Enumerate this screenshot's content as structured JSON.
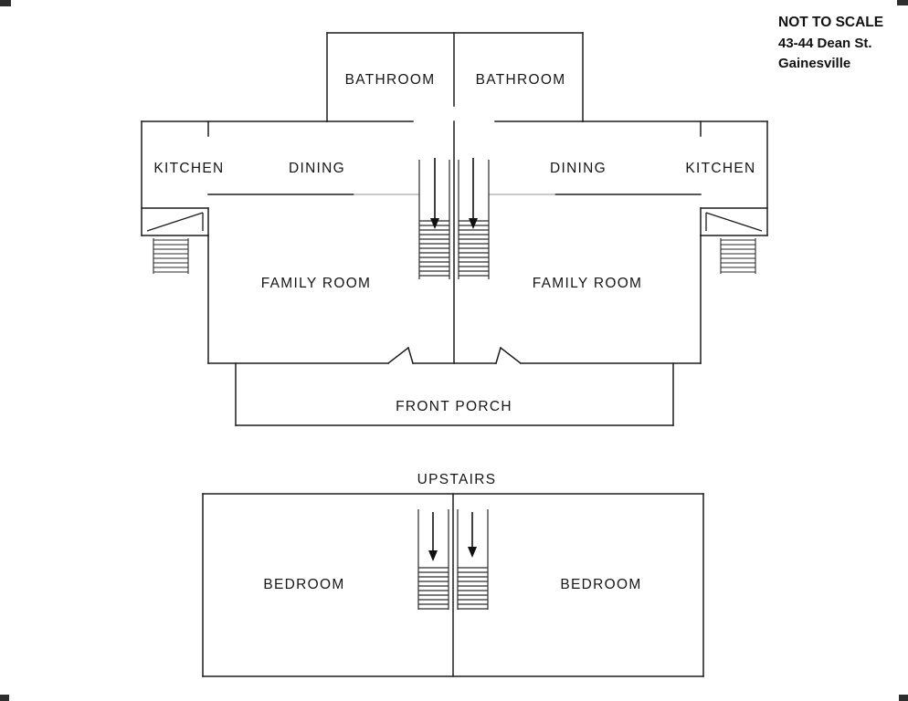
{
  "note": {
    "line1": "NOT TO SCALE",
    "line2": "43-44 Dean St.",
    "line3": "Gainesville"
  },
  "main_floor": {
    "bathroom_left": "BATHROOM",
    "bathroom_right": "BATHROOM",
    "kitchen_left": "KITCHEN",
    "dining_left": "DINING",
    "dining_right": "DINING",
    "kitchen_right": "KITCHEN",
    "family_room_left": "FAMILY ROOM",
    "family_room_right": "FAMILY ROOM",
    "front_porch": "FRONT PORCH"
  },
  "upper_floor": {
    "title": "UPSTAIRS",
    "bedroom_left": "BEDROOM",
    "bedroom_right": "BEDROOM"
  },
  "icons": {
    "stairs_direction": "down-arrow"
  },
  "colors": {
    "wall_line": "#1c1c1c",
    "light_line": "#ababab",
    "background": "#ffffff"
  }
}
